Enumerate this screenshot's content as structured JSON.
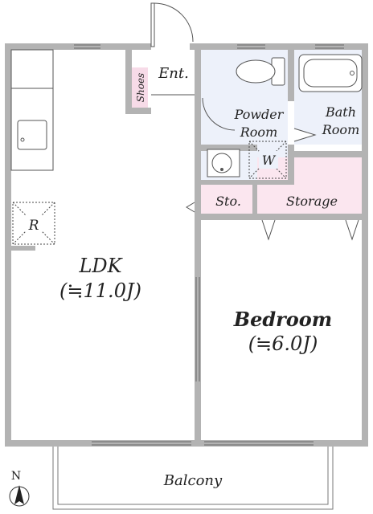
{
  "rooms": {
    "ldk_name": "LDK",
    "ldk_size": "(≒11.0J)",
    "bedroom_name": "Bedroom",
    "bedroom_size": "(≒6.0J)",
    "entrance": "Ent.",
    "shoes": "Shoes",
    "powder_line1": "Powder",
    "powder_line2": "Room",
    "bath_line1": "Bath",
    "bath_line2": "Room",
    "storage_small": "Sto.",
    "storage": "Storage",
    "balcony": "Balcony"
  },
  "fixtures": {
    "fridge": "R",
    "washer": "W"
  },
  "compass": {
    "north": "N"
  },
  "colors": {
    "wall": "#b3b3b3",
    "wet_area": "#edf1fa",
    "storage": "#fbe6ef",
    "shoe_box": "#f7dbe8",
    "line": "#555555"
  }
}
